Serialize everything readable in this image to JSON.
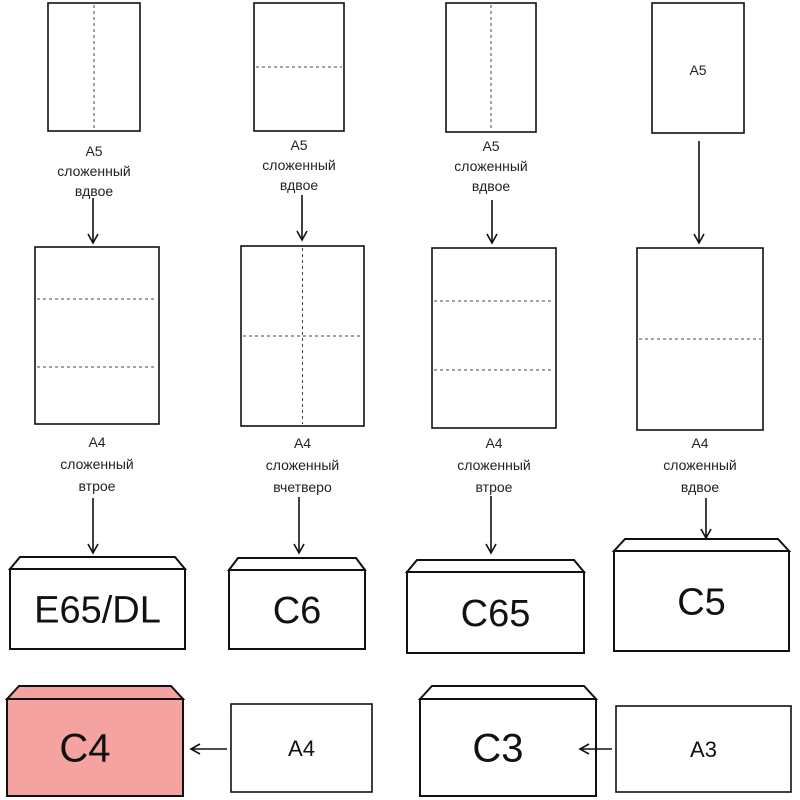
{
  "columns": [
    {
      "top_sheet": {
        "label": "",
        "fold": "vertical"
      },
      "top_caption": [
        "A5",
        "сложенный",
        "вдвое"
      ],
      "mid_sheet": {
        "fold": "thirds"
      },
      "mid_caption": [
        "A4",
        "сложенный",
        "втрое"
      ],
      "envelope": "E65/DL"
    },
    {
      "top_sheet": {
        "label": "",
        "fold": "horizontal"
      },
      "top_caption": [
        "A5",
        "сложенный",
        "вдвое"
      ],
      "mid_sheet": {
        "fold": "quarters"
      },
      "mid_caption": [
        "A4",
        "сложенный",
        "вчетверо"
      ],
      "envelope": "C6"
    },
    {
      "top_sheet": {
        "label": "",
        "fold": "vertical"
      },
      "top_caption": [
        "A5",
        "сложенный",
        "вдвое"
      ],
      "mid_sheet": {
        "fold": "thirds"
      },
      "mid_caption": [
        "A4",
        "сложенный",
        "втрое"
      ],
      "envelope": "C65"
    },
    {
      "top_sheet": {
        "label": "A5",
        "fold": "none"
      },
      "top_caption": [],
      "mid_sheet": {
        "fold": "half"
      },
      "mid_caption": [
        "A4",
        "сложенный",
        "вдвое"
      ],
      "envelope": "C5"
    }
  ],
  "bottom": [
    {
      "envelope": "C4",
      "source": "A4",
      "highlight": "#f4a3a0"
    },
    {
      "envelope": "C3",
      "source": "A3"
    }
  ],
  "colors": {
    "stroke": "#111111",
    "fold": "#444444",
    "highlight": "#f4a3a0"
  }
}
